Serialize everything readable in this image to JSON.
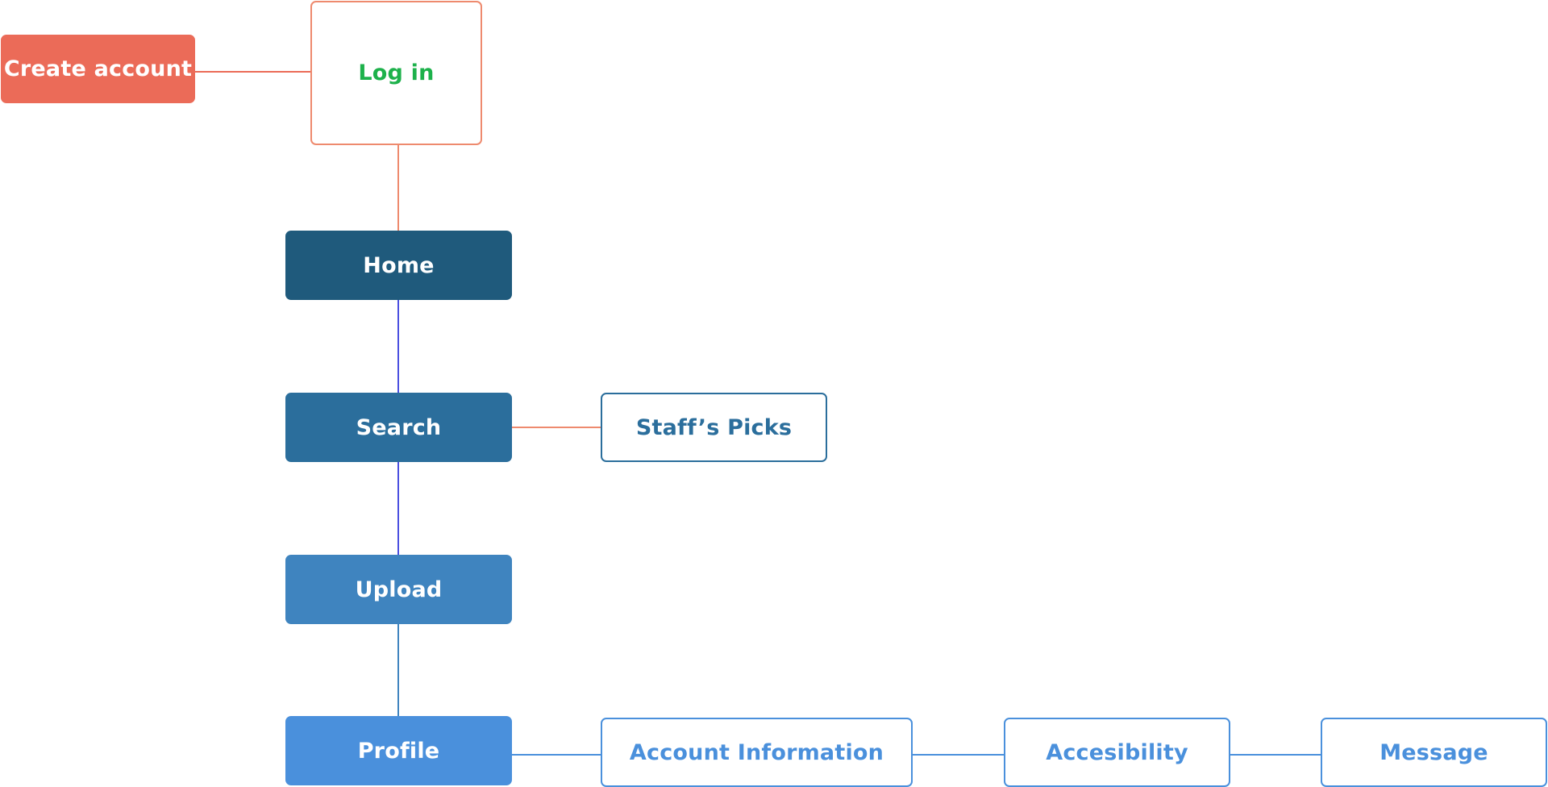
{
  "nodes": {
    "create_account": {
      "label": "Create account",
      "style": "filled",
      "fill": "#EB6B58",
      "text_color": "#FFFFFF"
    },
    "log_in": {
      "label": "Log in",
      "style": "outline",
      "border": "#EE8A6E",
      "text_color": "#1DB14B"
    },
    "home": {
      "label": "Home",
      "style": "filled",
      "fill": "#1F5A7C",
      "text_color": "#FFFFFF"
    },
    "search": {
      "label": "Search",
      "style": "filled",
      "fill": "#2B6E9C",
      "text_color": "#FFFFFF"
    },
    "staffs_picks": {
      "label": "Staff’s Picks",
      "style": "outline",
      "border": "#2B6E9C",
      "text_color": "#2B6E9C"
    },
    "upload": {
      "label": "Upload",
      "style": "filled",
      "fill": "#3F84BF",
      "text_color": "#FFFFFF"
    },
    "profile": {
      "label": "Profile",
      "style": "filled",
      "fill": "#4A90DC",
      "text_color": "#FFFFFF"
    },
    "account_information": {
      "label": "Account Information",
      "style": "outline",
      "border": "#4A90DC",
      "text_color": "#4A90DC"
    },
    "accesibility": {
      "label": "Accesibility",
      "style": "outline",
      "border": "#4A90DC",
      "text_color": "#4A90DC"
    },
    "message": {
      "label": "Message",
      "style": "outline",
      "border": "#4A90DC",
      "text_color": "#4A90DC"
    }
  },
  "edges": [
    {
      "from": "create_account",
      "to": "log_in",
      "color": "#EB6B58"
    },
    {
      "from": "log_in",
      "to": "home",
      "color": "#EE8A6E"
    },
    {
      "from": "home",
      "to": "search",
      "color": "#4B4FE0"
    },
    {
      "from": "search",
      "to": "staffs_picks",
      "color": "#EE8A6E"
    },
    {
      "from": "search",
      "to": "upload",
      "color": "#4B4FE0"
    },
    {
      "from": "upload",
      "to": "profile",
      "color": "#3F84BF"
    },
    {
      "from": "profile",
      "to": "account_information",
      "color": "#4A90DC"
    },
    {
      "from": "account_information",
      "to": "accesibility",
      "color": "#4A90DC"
    },
    {
      "from": "accesibility",
      "to": "message",
      "color": "#4A90DC"
    }
  ]
}
